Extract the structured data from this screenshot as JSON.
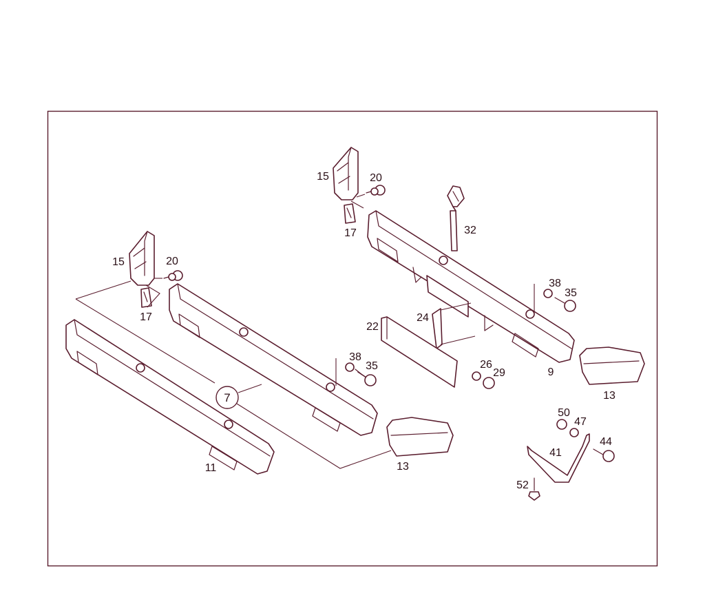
{
  "colors": {
    "line": "#5a1d2e",
    "label": "#2a0f16",
    "background": "#ffffff"
  },
  "callout": "7",
  "labels": {
    "p15_left": "15",
    "p20_left": "20",
    "p17_left": "17",
    "p15_right": "15",
    "p20_right": "20",
    "p17_right": "17",
    "p32": "32",
    "p38_right": "38",
    "p35_right": "35",
    "p24": "24",
    "p22": "22",
    "p26": "26",
    "p29": "29",
    "p9": "9",
    "p13_right": "13",
    "p38_left": "38",
    "p35_left": "35",
    "p11": "11",
    "p13_left": "13",
    "p50": "50",
    "p47": "47",
    "p44": "44",
    "p41": "41",
    "p52": "52"
  }
}
